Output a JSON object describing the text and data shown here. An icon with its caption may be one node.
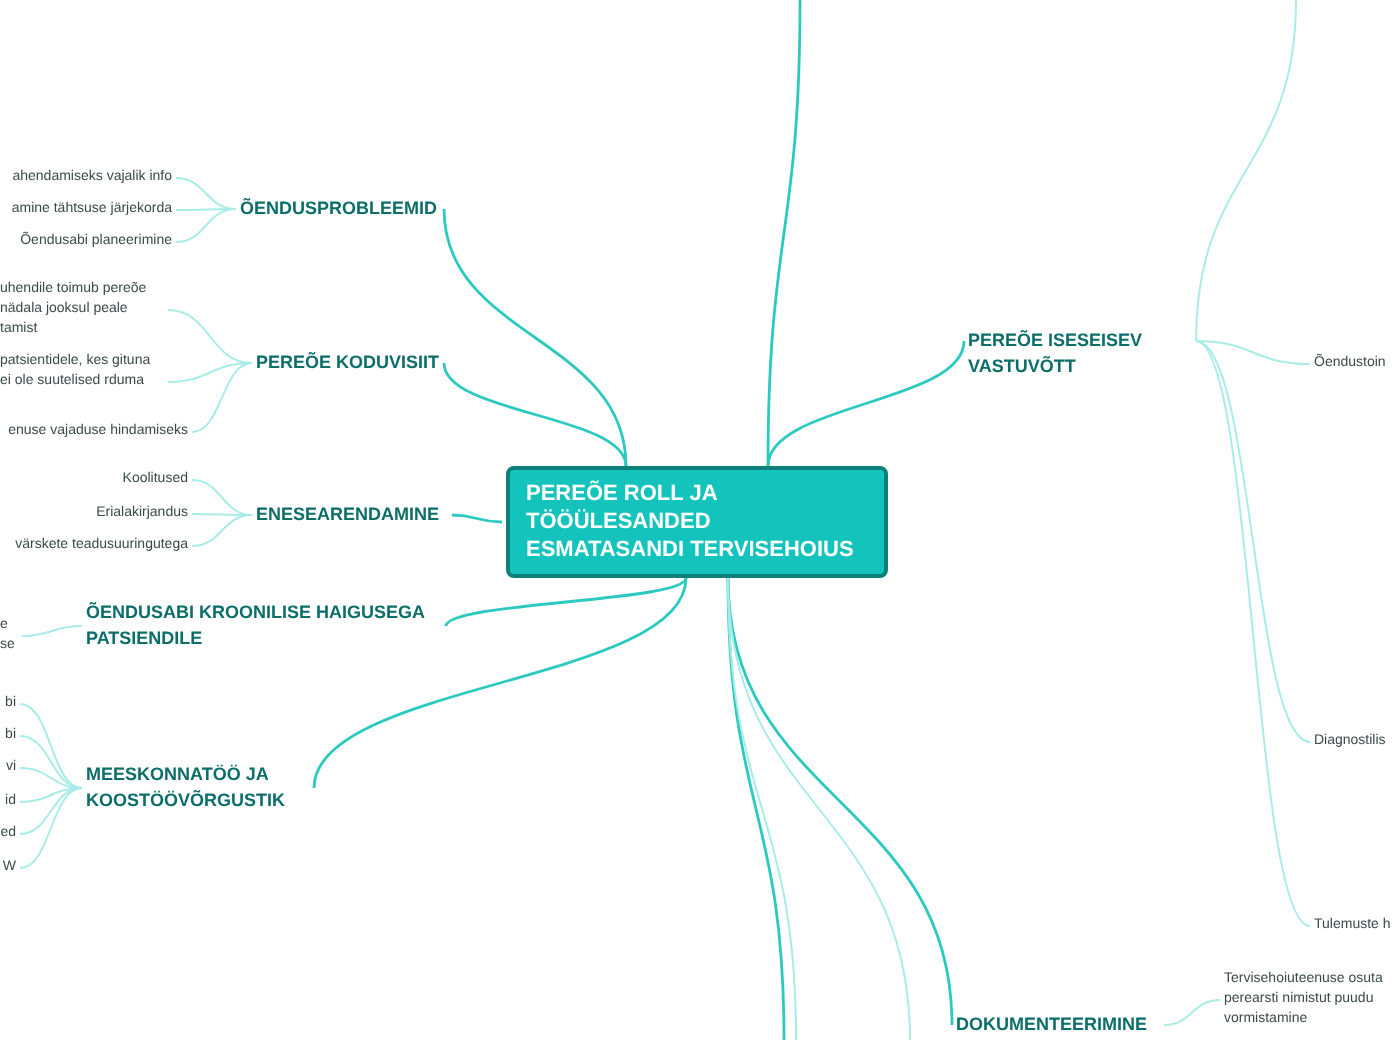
{
  "diagram": {
    "nodes": [
      {
        "text": [
          "PEREÕE ROLL JA TÖÖÜLESANDED ESMATASANDI TERVISEHOIUS"
        ]
      },
      {
        "text": [
          "ÕENDUSPROBLEEMID"
        ]
      },
      {
        "text": [
          "ahendamiseks vajalik info"
        ]
      },
      {
        "text": [
          "amine tähtsuse järjekorda"
        ]
      },
      {
        "text": [
          "Õendusabi planeerimine"
        ]
      },
      {
        "text": [
          "PEREÕE KODUVISIIT"
        ]
      },
      {
        "text": [
          "uhendile toimub pereõe nädala jooksul peale tamist"
        ]
      },
      {
        "text": [
          "patsientidele, kes gituna ei ole suutelised rduma"
        ]
      },
      {
        "text": [
          "enuse vajaduse hindamiseks"
        ]
      },
      {
        "text": [
          "ENESEARENDAMINE"
        ]
      },
      {
        "text": [
          "Koolitused"
        ]
      },
      {
        "text": [
          "Erialakirjandus"
        ]
      },
      {
        "text": [
          "värskete teadusuuringutega"
        ]
      },
      {
        "text": [
          "ÕENDUSABI KROONILISE HAIGUSEGA PATSIENDILE"
        ]
      },
      {
        "text": [
          "e se"
        ]
      },
      {
        "text": [
          "MEESKONNATÖÖ JA KOOSTÖÖVÕRGUSTIK"
        ]
      },
      {
        "text": [
          "bi"
        ]
      },
      {
        "text": [
          "bi"
        ]
      },
      {
        "text": [
          "vi"
        ]
      },
      {
        "text": [
          "id"
        ]
      },
      {
        "text": [
          "ed"
        ]
      },
      {
        "text": [
          "W"
        ]
      },
      {
        "text": [
          "PEREÕE ISESEISEV VASTUVÕTT"
        ]
      },
      {
        "text": [
          "Õendustoin"
        ]
      },
      {
        "text": [
          "Diagnostilis"
        ]
      },
      {
        "text": [
          "Tulemuste h"
        ]
      },
      {
        "text": [
          "DOKUMENTEERIMINE"
        ]
      },
      {
        "text": [
          "Tervisehoiuteenuse osuta perearsti nimistut puudu vormistamine"
        ]
      }
    ],
    "edges": [
      {
        "from": 0,
        "to": 1,
        "arrow": "none",
        "color": "#2cc9c0"
      },
      {
        "from": 0,
        "to": 5,
        "arrow": "none",
        "color": "#2cc9c0"
      },
      {
        "from": 0,
        "to": 9,
        "arrow": "none",
        "color": "#2cc9c0"
      },
      {
        "from": 0,
        "to": 13,
        "arrow": "none",
        "color": "#2cc9c0"
      },
      {
        "from": 0,
        "to": 15,
        "arrow": "none",
        "color": "#2cc9c0"
      },
      {
        "from": 0,
        "to": 22,
        "arrow": "none",
        "color": "#2cc9c0"
      },
      {
        "from": 0,
        "to": 26,
        "arrow": "none",
        "color": "#2cc9c0"
      },
      {
        "from": 0,
        "to": null,
        "arrow": "none",
        "color": "#2cc9c0"
      },
      {
        "from": 0,
        "to": null,
        "arrow": "none",
        "color": "#2cc9c0"
      },
      {
        "from": 0,
        "to": null,
        "arrow": "none"
      },
      {
        "from": 0,
        "to": null,
        "arrow": "none"
      },
      {
        "from": 1,
        "to": 2,
        "arrow": "none"
      },
      {
        "from": 1,
        "to": 3,
        "arrow": "none"
      },
      {
        "from": 1,
        "to": 4,
        "arrow": "none"
      },
      {
        "from": 5,
        "to": 6,
        "arrow": "none"
      },
      {
        "from": 5,
        "to": 7,
        "arrow": "none"
      },
      {
        "from": 5,
        "to": 8,
        "arrow": "none"
      },
      {
        "from": 9,
        "to": 10,
        "arrow": "none"
      },
      {
        "from": 9,
        "to": 11,
        "arrow": "none"
      },
      {
        "from": 9,
        "to": 12,
        "arrow": "none"
      },
      {
        "from": 13,
        "to": 14,
        "arrow": "none"
      },
      {
        "from": 15,
        "to": 16,
        "arrow": "none"
      },
      {
        "from": 15,
        "to": 17,
        "arrow": "none"
      },
      {
        "from": 15,
        "to": 18,
        "arrow": "none"
      },
      {
        "from": 15,
        "to": 19,
        "arrow": "none"
      },
      {
        "from": 15,
        "to": 20,
        "arrow": "none"
      },
      {
        "from": 15,
        "to": 21,
        "arrow": "none"
      },
      {
        "from": 22,
        "to": 23,
        "arrow": "none"
      },
      {
        "from": 22,
        "to": 24,
        "arrow": "none"
      },
      {
        "from": 22,
        "to": 25,
        "arrow": "none"
      },
      {
        "from": 22,
        "to": null,
        "arrow": "none"
      },
      {
        "from": 26,
        "to": 27,
        "arrow": "none"
      }
    ]
  }
}
